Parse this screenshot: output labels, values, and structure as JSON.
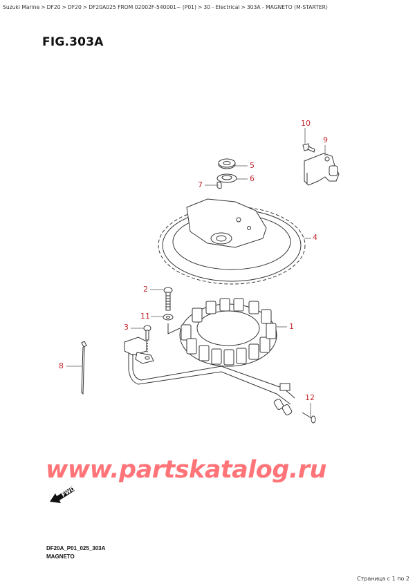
{
  "breadcrumb": {
    "items": [
      "Suzuki Marine",
      "DF20",
      "DF20",
      "DF20A025 FROM 02002F-540001~ (P01)",
      "30 - Electrical",
      "303A - MAGNETO (M-STARTER)"
    ],
    "separator": ">"
  },
  "figure": {
    "title": "FIG.303A",
    "code": "DF20A_P01_025_303A",
    "name": "MAGNETO"
  },
  "callouts": [
    {
      "id": "1",
      "label": "1"
    },
    {
      "id": "2",
      "label": "2"
    },
    {
      "id": "3",
      "label": "3"
    },
    {
      "id": "4",
      "label": "4"
    },
    {
      "id": "5",
      "label": "5"
    },
    {
      "id": "6",
      "label": "6"
    },
    {
      "id": "7",
      "label": "7"
    },
    {
      "id": "8",
      "label": "8"
    },
    {
      "id": "9",
      "label": "9"
    },
    {
      "id": "10",
      "label": "10"
    },
    {
      "id": "11",
      "label": "11"
    },
    {
      "id": "12",
      "label": "12"
    }
  ],
  "fwd_marker": "FWD",
  "watermark": "www.partskatalog.ru",
  "pagination": {
    "text": "Страница с 1 по 2"
  },
  "colors": {
    "callout": "#c1272d",
    "watermark": "#ff7478",
    "line": "#333333"
  }
}
